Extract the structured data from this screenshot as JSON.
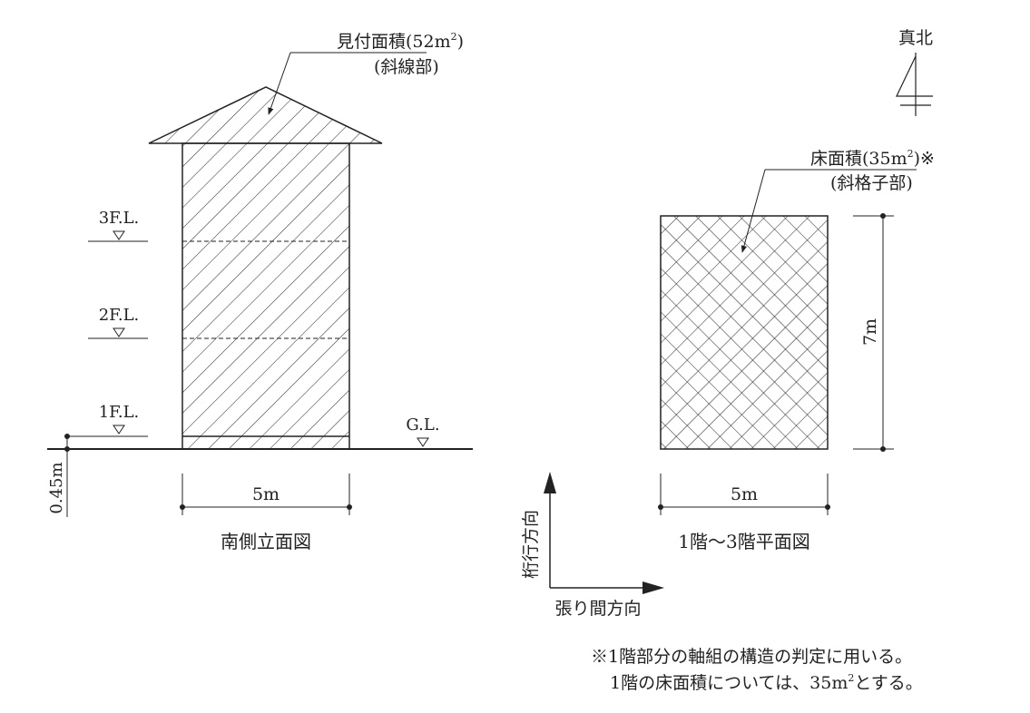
{
  "elevation": {
    "caption": "南側立面図",
    "callout_line1": "見付面積(52m",
    "callout_sup": "2",
    "callout_line1_end": ")",
    "callout_line2": "(斜線部)",
    "levels": [
      "3F.L.",
      "2F.L.",
      "1F.L."
    ],
    "gl": "G.L.",
    "width_dim": "5m",
    "height_dim": "0.45m"
  },
  "plan": {
    "caption": "1階～3階平面図",
    "callout_line1": "床面積(35m",
    "callout_sup": "2",
    "callout_line1_end": ")※",
    "callout_line2": "(斜格子部)",
    "width_dim": "5m",
    "depth_dim": "7m"
  },
  "north": {
    "label": "真北"
  },
  "axes": {
    "vertical": "桁行方向",
    "horizontal": "張り間方向"
  },
  "note": {
    "line1": "※1階部分の軸組の構造の判定に用いる。",
    "line2_a": "1階の床面積については、35m",
    "line2_sup": "2",
    "line2_b": "とする。"
  }
}
